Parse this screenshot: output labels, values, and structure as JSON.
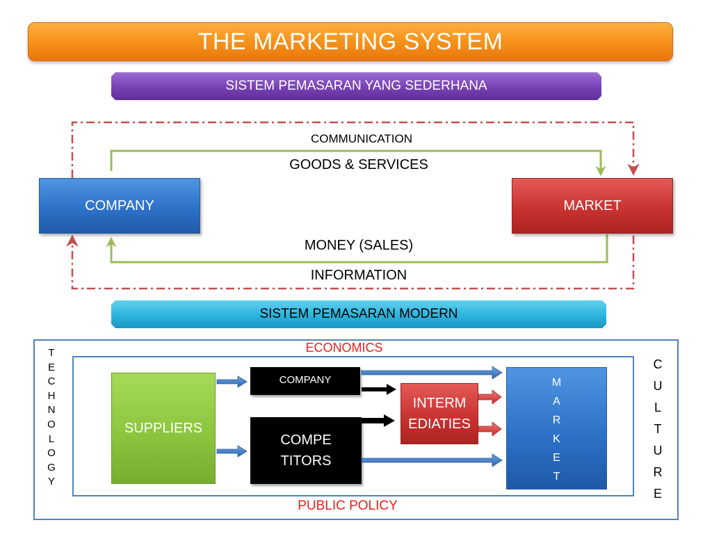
{
  "title": "THE MARKETING SYSTEM",
  "simple_system": {
    "banner": "SISTEM PEMASARAN YANG SEDERHANA",
    "company": "COMPANY",
    "market": "MARKET",
    "communication": "COMMUNICATION",
    "goods_services": "GOODS & SERVICES",
    "money_sales": "MONEY (SALES)",
    "information": "INFORMATION"
  },
  "modern_system": {
    "banner": "SISTEM PEMASARAN MODERN",
    "economics": "ECONOMICS",
    "public_policy": "PUBLIC POLICY",
    "technology_letters": [
      "T",
      "E",
      "C",
      "H",
      "N",
      "O",
      "L",
      "O",
      "G",
      "Y"
    ],
    "culture_letters": [
      "C",
      "U",
      "L",
      "T",
      "U",
      "R",
      "E"
    ],
    "suppliers": "SUPPLIERS",
    "company": "COMPANY",
    "competitors_lines": [
      "COMPE",
      "TITORS"
    ],
    "intermediaries_lines": [
      "INTERM",
      "EDIATIES"
    ],
    "market_letters": [
      "M",
      "A",
      "R",
      "K",
      "E",
      "T"
    ]
  },
  "colors": {
    "title_orange": "#f7941d",
    "banner_purple": "#7a44b8",
    "banner_cyan": "#2fb6df",
    "company_blue": "#2d72c8",
    "market_red": "#c93331",
    "suppliers_green": "#8cc63f",
    "flow_green": "#9bbb59",
    "dashed_red": "#c0504d",
    "frame_blue": "#4f81bd",
    "env_text_red": "#e5211d"
  }
}
